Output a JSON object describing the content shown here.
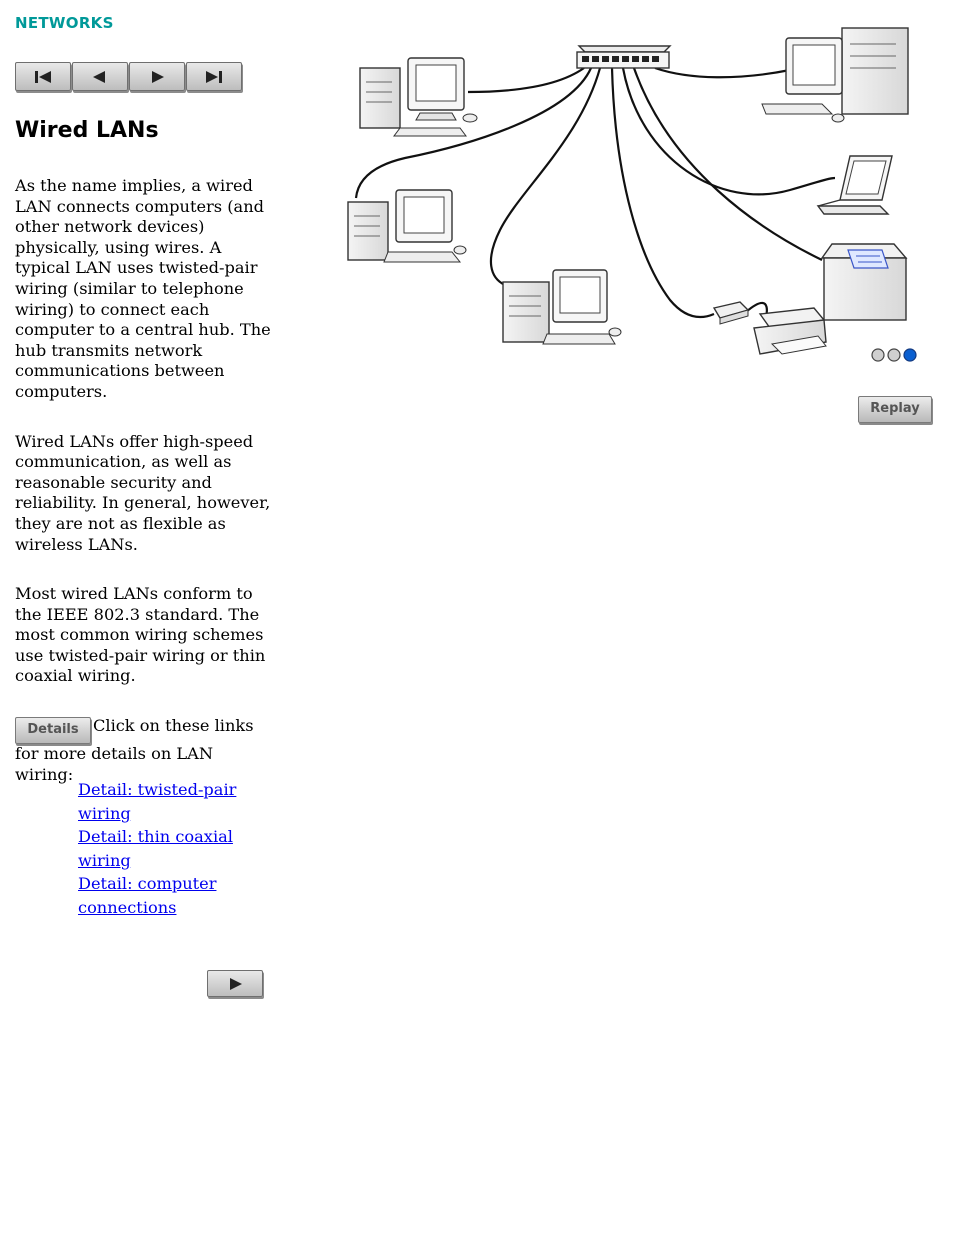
{
  "header": {
    "section": "NETWORKS"
  },
  "colors": {
    "section_teal": "#009999",
    "link_blue": "#0000ee",
    "dot_active": "#0a5fd0"
  },
  "nav": {
    "icons": [
      "first-page-icon",
      "previous-page-icon",
      "next-page-icon",
      "last-page-icon"
    ]
  },
  "page": {
    "title": "Wired LANs",
    "paragraphs": [
      "As the name implies, a wired LAN connects computers (and other network devices) physically, using wires. A typical LAN uses twisted-pair wiring (similar to telephone wiring) to connect each computer to a central hub. The hub transmits network communications between computers.",
      "Wired LANs offer high-speed communication, as well as reasonable security and reliability. In general, however, they are not as flexible as wireless LANs.",
      "Most wired LANs conform to the IEEE 802.3 standard. The most common wiring schemes use twisted-pair wiring or thin coaxial wiring."
    ],
    "details_button": "Details",
    "details_text": "Click on these links for more details on LAN wiring:",
    "links": [
      "Detail: twisted-pair wiring",
      "Detail: thin coaxial wiring",
      "Detail: computer connections"
    ]
  },
  "animation": {
    "replay_label": "Replay",
    "steps_total": 3,
    "step_current": 3
  }
}
